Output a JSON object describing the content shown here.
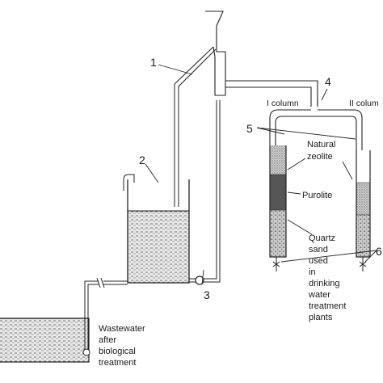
{
  "labels": {
    "n1": "1",
    "n2": "2",
    "n3": "3",
    "n4": "4",
    "n5": "5",
    "n6": "6",
    "column1": "I column",
    "column2": "II colum",
    "natural": "Natural",
    "zeolite": "zeolite",
    "purolite": "Purolite",
    "quartz": [
      "Quartz",
      "sand",
      "used",
      "in",
      "drinking",
      "water",
      "treatment",
      "plants"
    ],
    "wastewater": [
      "Wastewater",
      "after",
      "biological",
      "treatment"
    ]
  }
}
